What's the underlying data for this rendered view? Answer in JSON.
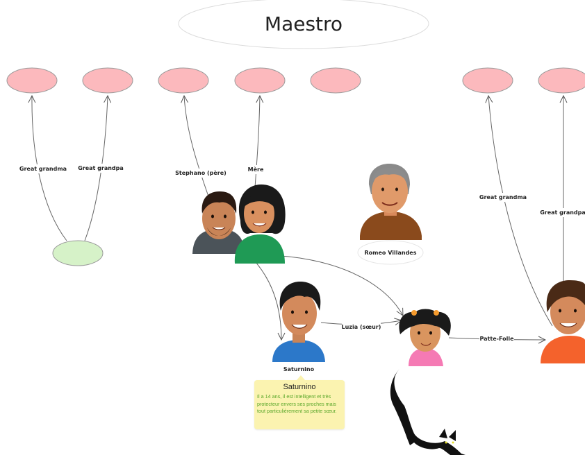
{
  "diagram": {
    "title": "Maestro",
    "edge_labels": {
      "great_grandma_left": "Great grandma",
      "great_grandpa_left": "Great grandpa",
      "stephano": "Stephano (père)",
      "mere": "Mère",
      "luzia": "Luzia (sœur)",
      "patte_folle": "Patte-Folle",
      "great_grandma_right": "Great grandma",
      "great_grandpa_right": "Great grandpa"
    },
    "people": {
      "romeo": "Romeo Villandes",
      "saturnino": "Saturnino"
    },
    "note": {
      "title": "Saturnino",
      "body": "Il a 14 ans, il est intelligent et très protecteur envers ses proches mais tout particulièrement sa petite sœur."
    },
    "colors": {
      "pink_node": "#fcb9bd",
      "green_node": "#d6f2c8",
      "note_bg": "#fbf3b0",
      "note_text": "#5aa72a"
    }
  }
}
